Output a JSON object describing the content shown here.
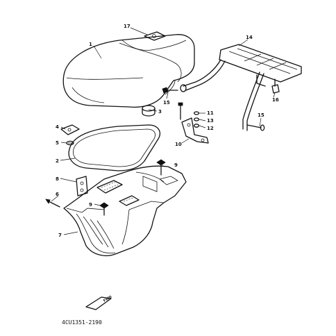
{
  "callouts": {
    "c1": "1",
    "c2": "2",
    "c3": "3",
    "c4": "4",
    "c5": "5",
    "c6": "6",
    "c7": "7",
    "c8": "8",
    "c9a": "9",
    "c9b": "9",
    "c10": "10",
    "c11": "11",
    "c12": "12",
    "c13": "13",
    "c14": "14",
    "c15a": "15",
    "c15b": "15",
    "c16": "16",
    "c17": "17"
  },
  "fwd_label": "FWD",
  "diagram_code": "4CU1351-2190"
}
